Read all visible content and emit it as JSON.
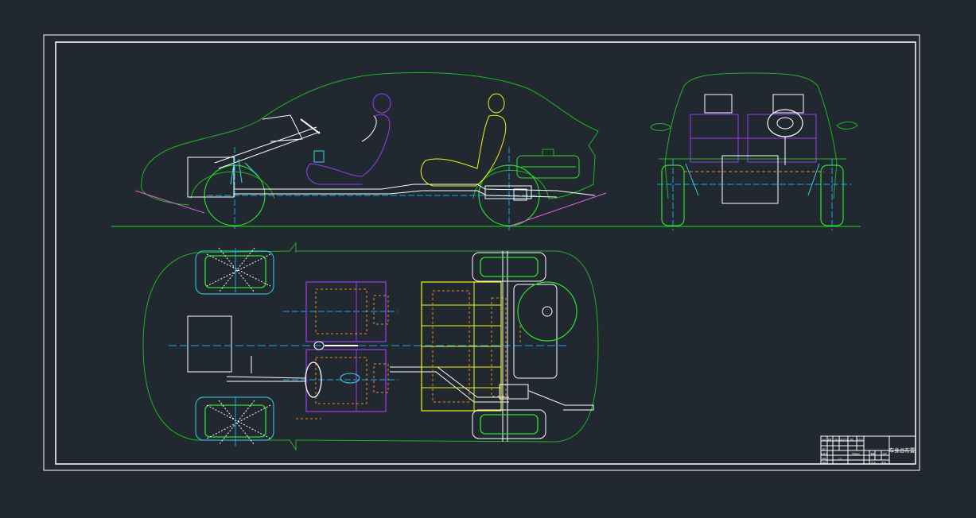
{
  "drawing": {
    "background": "#212830",
    "colors": {
      "frame": "#ffffff",
      "body": "#1fb51f",
      "wheel": "#2ee02e",
      "seat_driver": "#9a3df0",
      "seat_rear": "#f2f21a",
      "centerline": "#1ba6e8",
      "aux": "#f08a1a",
      "magenta": "#e860e0",
      "cyan": "#34d7e8"
    },
    "title_block": {
      "title": "车身总布置",
      "cells": [
        "标记",
        "处数",
        "分区",
        "更改文件号",
        "签名",
        "年月日",
        "设计",
        "标准化",
        "阶段标记",
        "重量",
        "比例",
        "审核",
        "工艺",
        "批准",
        "共 张",
        "第 张"
      ]
    }
  }
}
